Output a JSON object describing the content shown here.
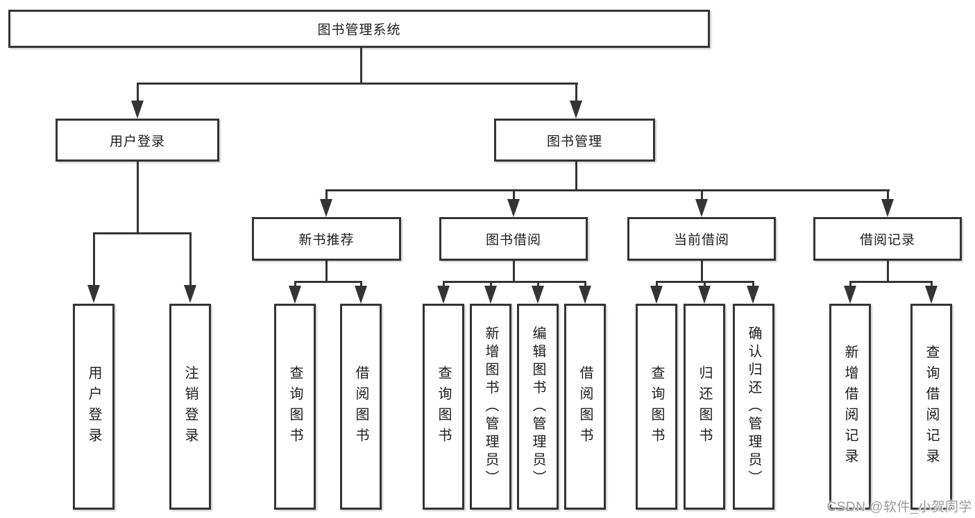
{
  "title": "图书管理系统",
  "watermark": "CSDN @软件_小贺同学",
  "level2": {
    "user_login": "用户登录",
    "book_mgmt": "图书管理"
  },
  "level3": {
    "new_books": "新书推荐",
    "borrowing": "图书借阅",
    "current": "当前借阅",
    "records": "借阅记录"
  },
  "leaves": {
    "user_login": [
      "用户登录",
      "注销登录"
    ],
    "new_books": [
      "查询图书",
      "借阅图书"
    ],
    "borrowing": [
      "查询图书",
      "新增图书（管理员）",
      "编辑图书（管理员）",
      "借阅图书"
    ],
    "current": [
      "查询图书",
      "归还图书",
      "确认归还（管理员）"
    ],
    "records": [
      "新增借阅记录",
      "查询借阅记录"
    ]
  },
  "colors": {
    "line": "#343434",
    "border": "#343434",
    "text": "#1c1c1c",
    "watermark_text": "#9b9b9b",
    "background": "#ffffff"
  }
}
